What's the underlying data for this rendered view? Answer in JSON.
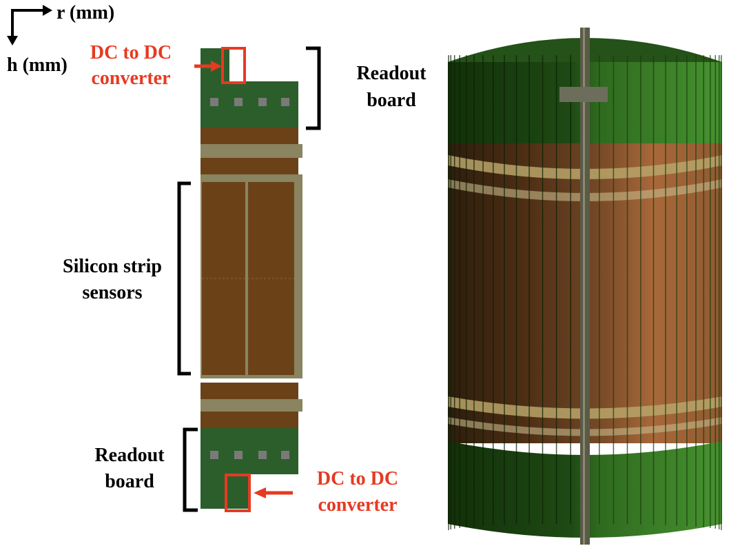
{
  "axes": {
    "r_label": "r (mm)",
    "h_label": "h (mm)"
  },
  "labels": {
    "dc_top_line1": "DC to DC",
    "dc_top_line2": "converter",
    "readout_top_line1": "Readout",
    "readout_top_line2": "board",
    "sensors_line1": "Silicon strip",
    "sensors_line2": "sensors",
    "readout_bottom_line1": "Readout",
    "readout_bottom_line2": "board",
    "dc_bottom_line1": "DC to DC",
    "dc_bottom_line2": "converter"
  },
  "colors": {
    "board_green": "#2c5e2b",
    "sensor_brown": "#6b4218",
    "frame_tan": "#8a8460",
    "chip_gray": "#7a7a7a",
    "highlight_red": "#e63a22",
    "cylinder_green_dark": "#17380f",
    "cylinder_green_light": "#3f8a2c",
    "cylinder_copper": "#a8683a"
  }
}
